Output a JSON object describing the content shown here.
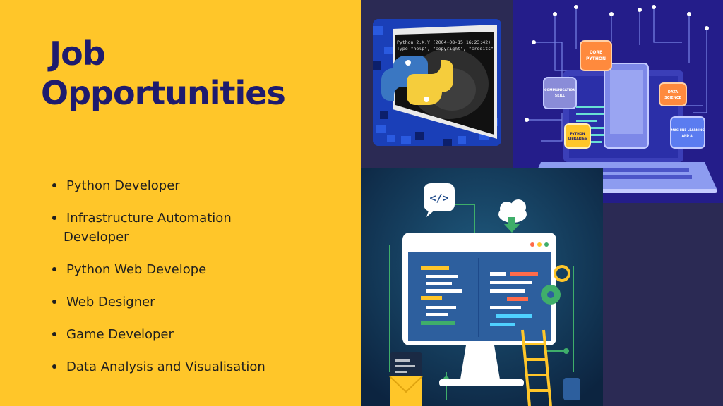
{
  "slide": {
    "title_line1": "Job",
    "title_line2": "Opportunities",
    "items": [
      {
        "line1": "Python Developer"
      },
      {
        "line1": "Infrastructure Automation",
        "line2": "Developer"
      },
      {
        "line1": "Python Web Develope"
      },
      {
        "line1": "Web Designer"
      },
      {
        "line1": "Game Developer"
      },
      {
        "line1": "Data Analysis and Visualisation"
      }
    ]
  },
  "images": {
    "terminal": {
      "line1": "Python 2.X.Y (2004-08-15 16:23:42)",
      "line2": "Type \"help\", \"copyright\", \"credits\""
    },
    "laptop": {
      "core_python_1": "CORE",
      "core_python_2": "PYTHON",
      "communication_1": "COMMUNICATION",
      "communication_2": "SKILL",
      "data_science_1": "DATA",
      "data_science_2": "SCIENCE",
      "python_libraries_1": "PYTHON",
      "python_libraries_2": "LIBRARIES",
      "ml_ai_1": "MACHINE LEARNING",
      "ml_ai_2": "AND AI"
    },
    "webdev": {
      "code_symbol": "</>"
    }
  },
  "colors": {
    "left_bg": "#ffc629",
    "title": "#1e1b6e",
    "right_bg": "#2b2a54"
  }
}
